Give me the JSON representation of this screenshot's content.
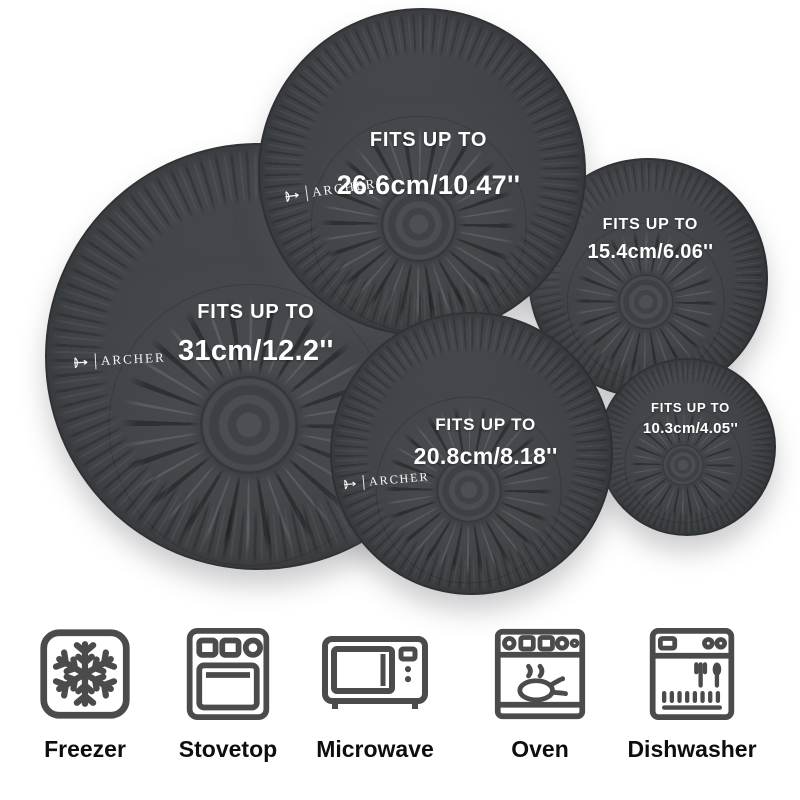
{
  "brand": "ARCHER",
  "lids": [
    {
      "name": "lid-31cm",
      "fits_label": "FITS UP TO",
      "size": "31cm/12.2''",
      "brand": "ARCHER"
    },
    {
      "name": "lid-26cm",
      "fits_label": "FITS UP TO",
      "size": "26.6cm/10.47''",
      "brand": "ARCHER"
    },
    {
      "name": "lid-15cm",
      "fits_label": "FITS UP TO",
      "size": "15.4cm/6.06''"
    },
    {
      "name": "lid-20cm",
      "fits_label": "FITS UP TO",
      "size": "20.8cm/8.18''",
      "brand": "ARCHER"
    },
    {
      "name": "lid-10cm",
      "fits_label": "FITS UP TO",
      "size": "10.3cm/4.05''"
    }
  ],
  "features": [
    {
      "label": "Freezer",
      "icon": "snowflake-icon"
    },
    {
      "label": "Stovetop",
      "icon": "stovetop-icon"
    },
    {
      "label": "Microwave",
      "icon": "microwave-icon"
    },
    {
      "label": "Oven",
      "icon": "oven-icon"
    },
    {
      "label": "Dishwasher",
      "icon": "dishwasher-icon"
    }
  ],
  "colors": {
    "background": "#ffffff",
    "lid_base": "#45484c",
    "lid_text": "#ffffff",
    "icon_stroke": "#4b4b4b",
    "feature_label": "#0e0e0e"
  }
}
